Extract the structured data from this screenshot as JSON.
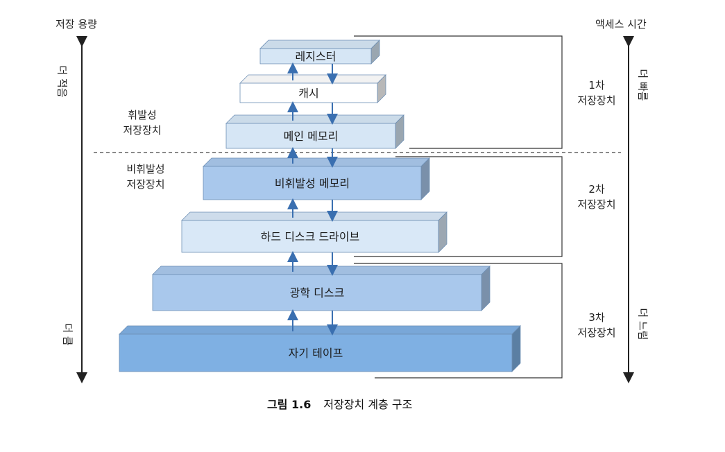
{
  "left_axis": {
    "title": "저장 용량",
    "top_label": "더 적음",
    "bottom_label": "더 큼"
  },
  "right_axis": {
    "title": "액세스 시간",
    "top_label": "더 빠름",
    "bottom_label": "더 느림"
  },
  "groups": {
    "volatile": [
      "휘발성",
      "저장장치"
    ],
    "nonvolatile": [
      "비휘발성",
      "저장장치"
    ]
  },
  "tiers": [
    {
      "line1": "1차",
      "line2": "저장장치"
    },
    {
      "line1": "2차",
      "line2": "저장장치"
    },
    {
      "line1": "3차",
      "line2": "저장장치"
    }
  ],
  "levels": [
    {
      "label": "레지스터",
      "color": "#d6e6f5"
    },
    {
      "label": "캐시",
      "color": "#ffffff"
    },
    {
      "label": "메인 메모리",
      "color": "#d6e6f5"
    },
    {
      "label": "비휘발성 메모리",
      "color": "#a9c8ec"
    },
    {
      "label": "하드 디스크 드라이브",
      "color": "#d9e8f7"
    },
    {
      "label": "광학 디스크",
      "color": "#a9c8ec"
    },
    {
      "label": "자기 테이프",
      "color": "#7fb0e3"
    }
  ],
  "caption": {
    "number": "그림 1.6",
    "text": "저장장치 계층 구조"
  }
}
